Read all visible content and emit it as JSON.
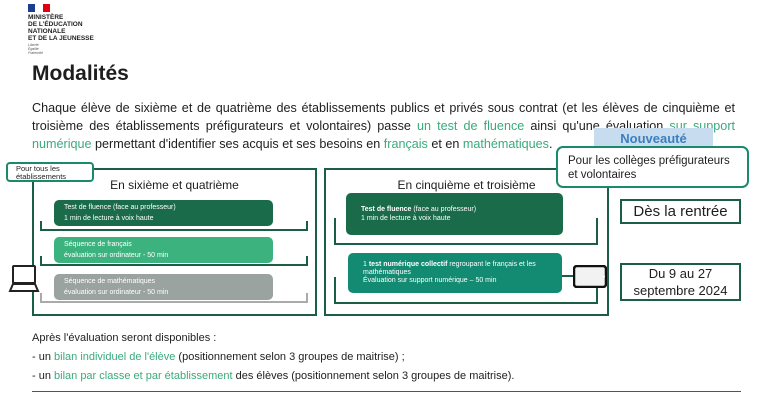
{
  "logo": {
    "lines": [
      "MINISTÈRE",
      "DE L'ÉDUCATION",
      "NATIONALE",
      "ET DE LA JEUNESSE"
    ],
    "motto": [
      "Liberté",
      "Égalité",
      "Fraternité"
    ]
  },
  "title": "Modalités",
  "intro": {
    "p1": "Chaque élève de sixième et de quatrième des établissements publics et privés sous contrat (et les élèves de cinquième et troisième des établissements préfigurateurs et volontaires) passe ",
    "h1": "un test de fluence",
    "p2": " ainsi qu'une évaluation ",
    "h2": "sur support numérique",
    "p3": " permettant d'identifier ses acquis et ses besoins en ",
    "h3": "français",
    "p4": " et en ",
    "h4": "mathématiques",
    "p5": "."
  },
  "left": {
    "tag": "Pour tous les établissements",
    "title": "En sixième et quatrième",
    "bars": [
      {
        "l1": "Test de fluence (face au professeur)",
        "l2": "1 min de lecture à voix haute"
      },
      {
        "l1": "Séquence de français",
        "l2": "évaluation sur ordinateur - 50 min"
      },
      {
        "l1": "Séquence de mathématiques",
        "l2": "évaluation sur ordinateur - 50 min"
      }
    ]
  },
  "right": {
    "title": "En cinquième et troisième",
    "bar1": {
      "b": "Test de fluence",
      "t": " (face au professeur)",
      "l2": "1 min de lecture à voix haute"
    },
    "bar2": {
      "pre": "1 ",
      "b": "test numérique collectif",
      "t": " regroupant le français et les mathématiques",
      "l2": "Évaluation sur support numérique – 50 min"
    }
  },
  "badge": "Nouveauté",
  "callout": "Pour les collèges préfigurateurs et volontaires",
  "date1": "Dès la rentrée",
  "date2": "Du 9 au 27 septembre 2024",
  "after": {
    "intro": "Après l'évaluation seront disponibles :",
    "i1pre": "- un ",
    "i1h": "bilan individuel de l'élève",
    "i1post": " (positionnement selon 3 groupes de maitrise) ;",
    "i2pre": "- un ",
    "i2h": "bilan par classe et par établissement",
    "i2post": " des élèves (positionnement selon 3 groupes de maitrise)."
  },
  "colors": {
    "dark": "#1a6b4a",
    "light": "#3cb37f",
    "gray": "#9aa39f",
    "teal": "#138a72",
    "accent": "#3aaa7c",
    "badge": "#3a7fc0"
  }
}
